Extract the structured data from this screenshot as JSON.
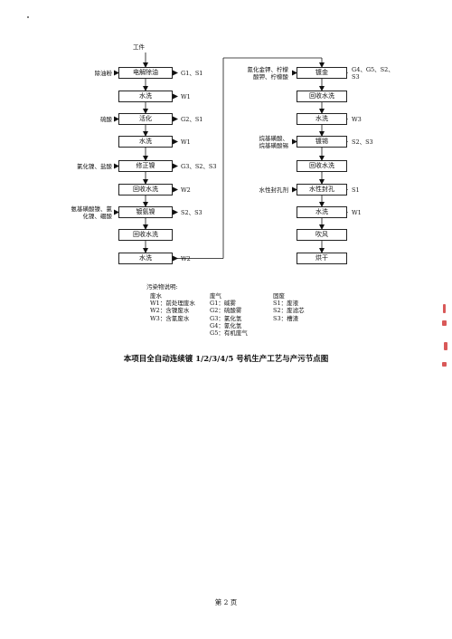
{
  "diagram": {
    "title": "本项目全自动连续镀 1/2/3/4/5 号机生产工艺与产污节点图",
    "start_label": "工件",
    "left_column": [
      {
        "step": "电解除油",
        "input": "除油粉",
        "outputs": "G1、S1"
      },
      {
        "step": "水洗",
        "input": "",
        "outputs": "W1"
      },
      {
        "step": "活化",
        "input": "硫酸",
        "outputs": "G2、S1"
      },
      {
        "step": "水洗",
        "input": "",
        "outputs": "W1"
      },
      {
        "step": "修正镍",
        "input": "氯化镍、盐酸",
        "outputs": "G3、S2、S3"
      },
      {
        "step": "回收水洗",
        "input": "",
        "outputs": "W2"
      },
      {
        "step": "镀氨镍",
        "input": [
          "氨基磺酸镍、氯",
          "化镍、硼酸"
        ],
        "outputs": "S2、S3"
      },
      {
        "step": "回收水洗",
        "input": "",
        "outputs": ""
      },
      {
        "step": "水洗",
        "input": "",
        "outputs": "W2"
      }
    ],
    "right_column": [
      {
        "step": "镀金",
        "input": [
          "氰化金钾、柠檬",
          "酸钾、柠檬酸"
        ],
        "outputs": [
          "G4、G5、S2、",
          "S3"
        ]
      },
      {
        "step": "回收水洗",
        "input": "",
        "outputs": ""
      },
      {
        "step": "水洗",
        "input": "",
        "outputs": "W3"
      },
      {
        "step": "镀锡",
        "input": [
          "烷基磺酸、",
          "烷基磺酸锡"
        ],
        "outputs": "S2、S3"
      },
      {
        "step": "回收水洗",
        "input": "",
        "outputs": ""
      },
      {
        "step": "水性封孔",
        "input": "水性封孔剂",
        "outputs": "S1"
      },
      {
        "step": "水洗",
        "input": "",
        "outputs": "W1"
      },
      {
        "step": "吹风",
        "input": "",
        "outputs": ""
      },
      {
        "step": "烘干",
        "input": "",
        "outputs": ""
      }
    ]
  },
  "legend": {
    "heading": "污染物说明:",
    "columns": [
      {
        "header": "废水",
        "items": [
          "W1：前处理废水",
          "W2：含镍废水",
          "W3：含氰废水"
        ]
      },
      {
        "header": "废气",
        "items": [
          "G1：碱雾",
          "G2：硫酸雾",
          "G3：氯化氢",
          "G4：氰化氢",
          "G5：有机废气"
        ]
      },
      {
        "header": "固废",
        "items": [
          "S1：废液",
          "S2：废滤芯",
          "S3：槽渣"
        ]
      }
    ]
  },
  "page": {
    "number_text": "第 2 页"
  }
}
